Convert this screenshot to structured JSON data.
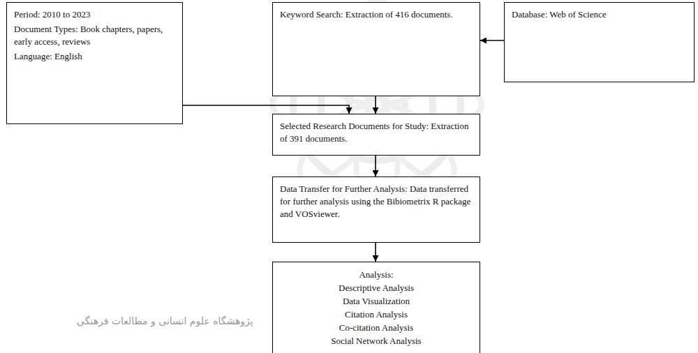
{
  "diagram": {
    "nodes": [
      {
        "text": [
          "Period: 2010 to 2023",
          "Document Types: Book chapters, papers, early access, reviews",
          "Language: English"
        ]
      },
      {
        "text": [
          "Keyword Search: Extraction of 416 documents."
        ]
      },
      {
        "text": [
          "Database: Web of Science"
        ]
      },
      {
        "text": [
          "Selected Research Documents for Study: Extraction of 391 documents."
        ]
      },
      {
        "text": [
          "Data Transfer for Further Analysis: Data transferred for further analysis using the Bibiometrix R package and VOSviewer."
        ]
      },
      {
        "text": [
          "Analysis:",
          "Descriptive Analysis",
          "Data Visualization",
          "Citation Analysis",
          "Co-citation Analysis",
          "Social Network Analysis"
        ]
      }
    ],
    "edges": [
      {
        "from": 2,
        "to": 1,
        "arrow": "to"
      },
      {
        "from": 0,
        "to": 3,
        "arrow": "to"
      },
      {
        "from": 1,
        "to": 3,
        "arrow": "to"
      },
      {
        "from": 3,
        "to": 4,
        "arrow": "to"
      },
      {
        "from": 4,
        "to": 5,
        "arrow": "to"
      }
    ],
    "labels": [
      "پژوهشگاه علوم انسانی و مطالعات فرهنگی"
    ]
  }
}
